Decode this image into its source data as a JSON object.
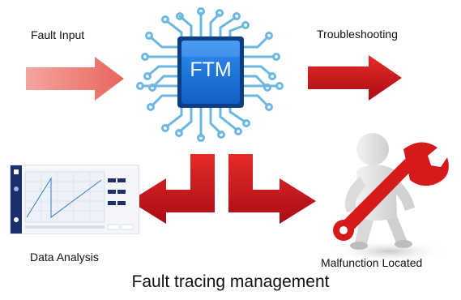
{
  "labels": {
    "fault_input": "Fault Input",
    "troubleshooting": "Troubleshooting",
    "chip": "FTM",
    "data_analysis": "Data Analysis",
    "malfunction_located": "Malfunction Located"
  },
  "title": "Fault tracing management",
  "colors": {
    "input_arrow": "#e8786f",
    "red_arrow": "#c8141e",
    "chip_body": "#1a6fd6",
    "chip_border": "#0d3f86",
    "circuit_traces": "#6bb7e0",
    "figure_red": "#d41a1a"
  }
}
